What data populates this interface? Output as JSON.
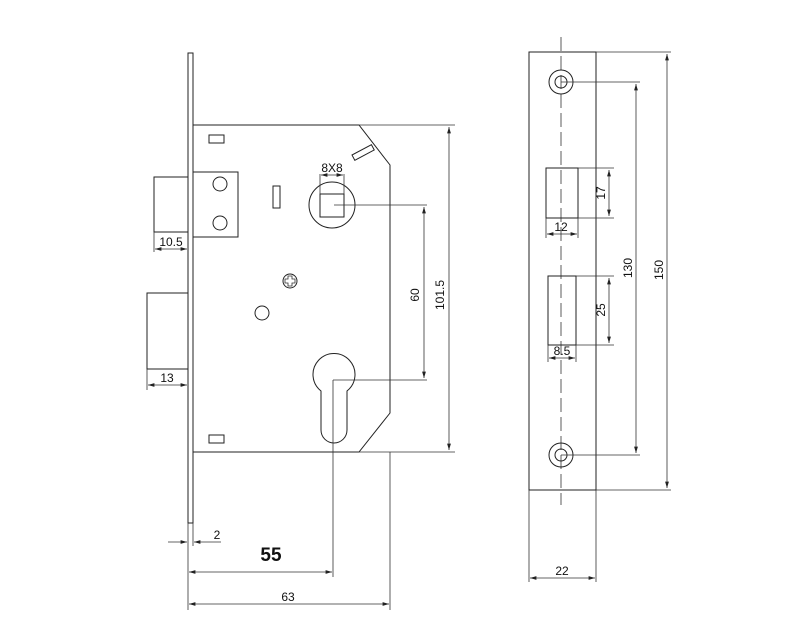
{
  "lock_body": {
    "dimensions": {
      "latch_depth": "10.5",
      "deadbolt_depth": "13",
      "spindle_size": "8X8",
      "center_distance": "60",
      "body_height": "101.5",
      "faceplate_thickness": "2",
      "backset": "55",
      "case_depth": "63"
    }
  },
  "strike_plate": {
    "dimensions": {
      "latch_slot_height": "17",
      "latch_slot_width": "12",
      "bolt_slot_height": "25",
      "bolt_slot_width": "8.5",
      "hole_spacing": "130",
      "plate_length": "150",
      "plate_width": "22"
    }
  }
}
